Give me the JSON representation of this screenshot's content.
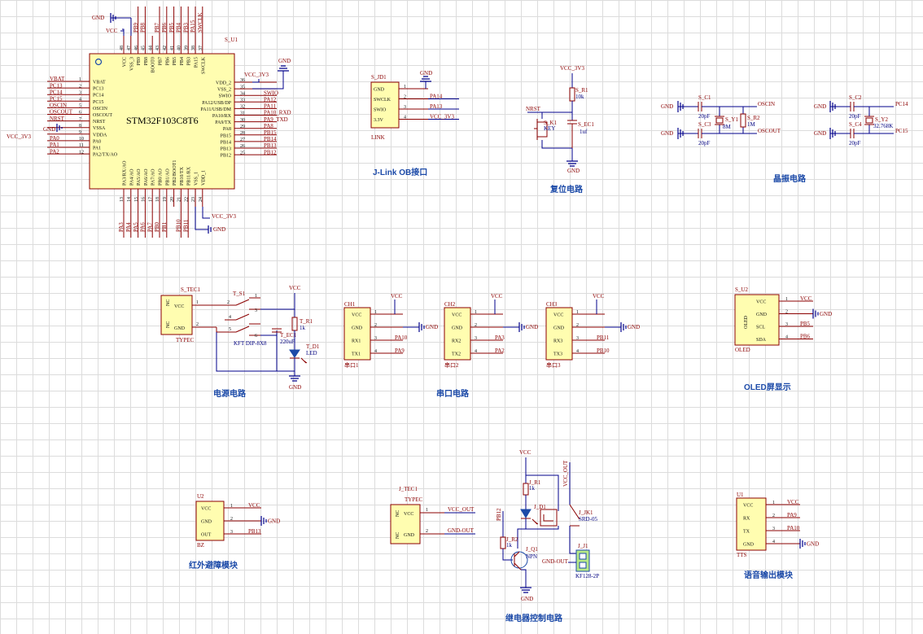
{
  "mcu": {
    "designator": "S_U1",
    "part": "STM32F103C8T6",
    "left_pins": [
      {
        "num": "1",
        "name": "VBAT",
        "net": "VBAT"
      },
      {
        "num": "2",
        "name": "PC13",
        "net": "PC13"
      },
      {
        "num": "3",
        "name": "PC14",
        "net": "PC14"
      },
      {
        "num": "4",
        "name": "PC15",
        "net": "PC15"
      },
      {
        "num": "5",
        "name": "OSCIN",
        "net": "OSCIN"
      },
      {
        "num": "6",
        "name": "OSCOUT",
        "net": "OSCOUT"
      },
      {
        "num": "7",
        "name": "NRST",
        "net": "NRST"
      },
      {
        "num": "8",
        "name": "VSSA",
        "net": "GND"
      },
      {
        "num": "9",
        "name": "VDDA",
        "net": "VCC_3V3"
      },
      {
        "num": "10",
        "name": "PA0",
        "net": "PA0"
      },
      {
        "num": "11",
        "name": "PA1",
        "net": "PA1"
      },
      {
        "num": "12",
        "name": "PA2/TX/AO",
        "net": "PA2"
      }
    ],
    "right_pins": [
      {
        "num": "36",
        "name": "VDD_2",
        "net": "VCC_3V3"
      },
      {
        "num": "35",
        "name": "VSS_2",
        "net": "GND"
      },
      {
        "num": "34",
        "name": "SWIO",
        "net": "SWIO"
      },
      {
        "num": "33",
        "name": "PA12/USB/DP",
        "net": "PA12"
      },
      {
        "num": "32",
        "name": "PA11/USB/DM",
        "net": "PA11"
      },
      {
        "num": "31",
        "name": "PA10/RX",
        "net": "PA10_RXD"
      },
      {
        "num": "30",
        "name": "PA9/TX",
        "net": "PA9_TXD"
      },
      {
        "num": "29",
        "name": "PA8",
        "net": "PA8"
      },
      {
        "num": "28",
        "name": "PB15",
        "net": "PB15"
      },
      {
        "num": "27",
        "name": "PB14",
        "net": "PB14"
      },
      {
        "num": "26",
        "name": "PB13",
        "net": "PB13"
      },
      {
        "num": "25",
        "name": "PB12",
        "net": "PB12"
      }
    ],
    "top_pins": [
      {
        "num": "48",
        "name": "VCC"
      },
      {
        "num": "47",
        "name": "VSS_3"
      },
      {
        "num": "46",
        "name": "PB9"
      },
      {
        "num": "45",
        "name": "PB8"
      },
      {
        "num": "44",
        "name": "BOOT0"
      },
      {
        "num": "43",
        "name": "PB7"
      },
      {
        "num": "42",
        "name": "PB6"
      },
      {
        "num": "41",
        "name": "PB5"
      },
      {
        "num": "40",
        "name": "PB4"
      },
      {
        "num": "39",
        "name": "PB3"
      },
      {
        "num": "38",
        "name": "PA15"
      },
      {
        "num": "37",
        "name": "SWCLK"
      }
    ],
    "top_nets": [
      "PB9",
      "PB8",
      "PB7",
      "PB6",
      "PB5",
      "PB4",
      "PB3",
      "PA15",
      "SWCLK"
    ],
    "bottom_pins": [
      {
        "num": "13",
        "name": "PA3/RX/AO"
      },
      {
        "num": "14",
        "name": "PA4/AO"
      },
      {
        "num": "15",
        "name": "PA5/AO"
      },
      {
        "num": "16",
        "name": "PA6/AO"
      },
      {
        "num": "17",
        "name": "PA7/AO"
      },
      {
        "num": "18",
        "name": "PB0/AO"
      },
      {
        "num": "19",
        "name": "PB1/AO"
      },
      {
        "num": "20",
        "name": "PB2/BOOT1"
      },
      {
        "num": "21",
        "name": "PB10/TX"
      },
      {
        "num": "22",
        "name": "PB11/RX"
      },
      {
        "num": "23",
        "name": "VSS_1"
      },
      {
        "num": "24",
        "name": "VDD_1"
      }
    ],
    "bottom_nets": [
      "PA3",
      "PA4",
      "PA5",
      "PA6",
      "PA7",
      "PB0",
      "PB1",
      "PB10",
      "PB11"
    ]
  },
  "power_labels": {
    "gnd": "GND",
    "vcc": "VCC",
    "vcc3v3": "VCC_3V3",
    "vcc_out": "VCC_OUT",
    "gnd_out": "GND-OUT"
  },
  "jlink": {
    "designator": "S_JD1",
    "part": "LINK",
    "caption": "J-Link OB接口",
    "pins": [
      {
        "num": "1",
        "name": "GND",
        "net": "GND"
      },
      {
        "num": "2",
        "name": "SWCLK",
        "net": "PA14"
      },
      {
        "num": "3",
        "name": "SWIO",
        "net": "PA13"
      },
      {
        "num": "4",
        "name": "3.3V",
        "net": "VCC_3V3"
      }
    ]
  },
  "reset": {
    "caption": "复位电路",
    "net_top": "VCC_3V3",
    "net_nrst": "NRST",
    "resistor": {
      "ref": "S_R1",
      "value": "10k"
    },
    "key": {
      "ref": "S_K1",
      "value": "KEY"
    },
    "cap": {
      "ref": "S_EC1",
      "value": "1uf"
    },
    "gnd": "GND"
  },
  "crystal": {
    "caption": "晶振电路",
    "c1": {
      "ref": "S_C1",
      "value": "20pF"
    },
    "c3": {
      "ref": "S_C3",
      "value": "20pF"
    },
    "y1": {
      "ref": "S_Y1",
      "value": "8M"
    },
    "r2": {
      "ref": "S_R2",
      "value": "1M"
    },
    "c2": {
      "ref": "S_C2",
      "value": "20pF"
    },
    "c4": {
      "ref": "S_C4",
      "value": "20pF"
    },
    "y2": {
      "ref": "S_Y2",
      "value": "32.768K"
    },
    "nets": {
      "oscin": "OSCIN",
      "oscout": "OSCOUT",
      "pc14": "PC14",
      "pc15": "PC15"
    }
  },
  "power": {
    "caption": "电源电路",
    "typec": {
      "ref": "S_TEC1",
      "part": "TYPEC",
      "pins": [
        {
          "num": "1",
          "name": "VCC"
        },
        {
          "num": "2",
          "name": "GND"
        }
      ],
      "nc": "NC"
    },
    "switch": {
      "ref": "T_S1",
      "part": "KFT DIP-8X8",
      "pins": [
        "1",
        "2",
        "3",
        "4",
        "5",
        "6"
      ]
    },
    "resistor": {
      "ref": "T_R1",
      "value": "1k"
    },
    "cap": {
      "ref": "T_EC1",
      "value": "220uF"
    },
    "led": {
      "ref": "T_D1",
      "value": "LED"
    },
    "vcc": "VCC",
    "gnd": "GND"
  },
  "serial": {
    "caption": "串口电路",
    "ports": [
      {
        "ref": "CH1",
        "part": "串口1",
        "rx": "RX1",
        "tx": "TX1",
        "rx_net": "PA10",
        "tx_net": "PA9"
      },
      {
        "ref": "CH2",
        "part": "串口2",
        "rx": "RX2",
        "tx": "TX2",
        "rx_net": "PA3",
        "tx_net": "PA2"
      },
      {
        "ref": "CH3",
        "part": "串口3",
        "rx": "RX3",
        "tx": "TX3",
        "rx_net": "PB11",
        "tx_net": "PB10"
      }
    ],
    "pin_names": [
      "VCC",
      "GND"
    ],
    "pin_nums": [
      "1",
      "2",
      "3",
      "4"
    ]
  },
  "oled": {
    "caption": "OLED屏显示",
    "ref": "S_U2",
    "part": "OLED",
    "body": "OLED",
    "pins": [
      {
        "num": "1",
        "name": "VCC",
        "net": "VCC"
      },
      {
        "num": "2",
        "name": "GND",
        "net": "GND"
      },
      {
        "num": "3",
        "name": "SCL",
        "net": "PB5"
      },
      {
        "num": "4",
        "name": "SDA",
        "net": "PB6"
      }
    ]
  },
  "ir": {
    "caption": "红外避障模块",
    "ref": "U2",
    "part": "BZ",
    "pins": [
      {
        "num": "1",
        "name": "VCC",
        "net": "VCC"
      },
      {
        "num": "2",
        "name": "GND",
        "net": "GND"
      },
      {
        "num": "3",
        "name": "OUT",
        "net": "PB13"
      }
    ]
  },
  "typec_out": {
    "ref": "J_TEC1",
    "part": "TYPEC",
    "nc": "NC",
    "pins": [
      {
        "num": "1",
        "name": "VCC",
        "net": "VCC_OUT"
      },
      {
        "num": "2",
        "name": "GND",
        "net": "GND-OUT"
      }
    ]
  },
  "relay": {
    "caption": "继电器控制电路",
    "vcc": "VCC",
    "gnd": "GND",
    "base_net": "PB12",
    "r1": {
      "ref": "J_R1",
      "value": "1k"
    },
    "r2": {
      "ref": "J_R2",
      "value": "1k"
    },
    "d1": {
      "ref": "J_D1"
    },
    "q1": {
      "ref": "J_Q1",
      "value": "NPN"
    },
    "jk1": {
      "ref": "J_JK1",
      "value": "SRD-05"
    },
    "j1": {
      "ref": "J_J1",
      "value": "KF128-2P"
    },
    "net_vcc_out": "VCC_OUT",
    "net_gnd_out": "GND-OUT"
  },
  "voice": {
    "caption": "语音输出模块",
    "ref": "U1",
    "part": "TTS",
    "pins": [
      {
        "num": "1",
        "name": "VCC",
        "net": "VCC"
      },
      {
        "num": "2",
        "name": "RX",
        "net": "PA9"
      },
      {
        "num": "3",
        "name": "TX",
        "net": "PA10"
      },
      {
        "num": "4",
        "name": "GND",
        "net": "GND"
      }
    ]
  }
}
